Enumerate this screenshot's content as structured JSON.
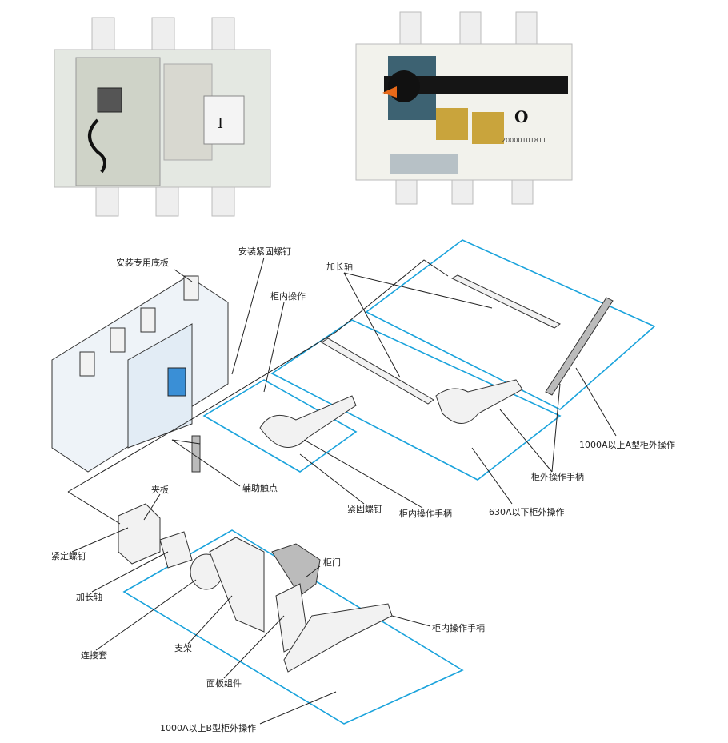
{
  "photos": {
    "left_switch": {
      "position_mark": "I"
    },
    "right_switch": {
      "position_mark": "O",
      "serial": "20000101811"
    }
  },
  "labels": {
    "mount_base": "安装专用底板",
    "mount_screw": "安装紧固螺钉",
    "inner_operation": "柜内操作",
    "extension_shaft_top": "加长轴",
    "a_type_external": "1000A以上A型柜外操作",
    "external_handle": "柜外操作手柄",
    "under_630_external": "630A以下柜外操作",
    "inner_handle_top": "柜内操作手柄",
    "fastening_screw": "紧固螺钉",
    "aux_contact": "辅助触点",
    "clamp_plate": "夹板",
    "set_screw": "紧定螺钉",
    "extension_shaft_bottom": "加长轴",
    "coupling_sleeve": "连接套",
    "bracket": "支架",
    "panel_assembly": "面板组件",
    "b_type_external": "1000A以上B型柜外操作",
    "cabinet_door": "柜门",
    "inner_handle_bottom": "柜内操作手柄"
  },
  "colors": {
    "outline_blue": "#1aa3dc",
    "lock_gold": "#c9a43c",
    "handle_orange": "#e86a1a"
  }
}
